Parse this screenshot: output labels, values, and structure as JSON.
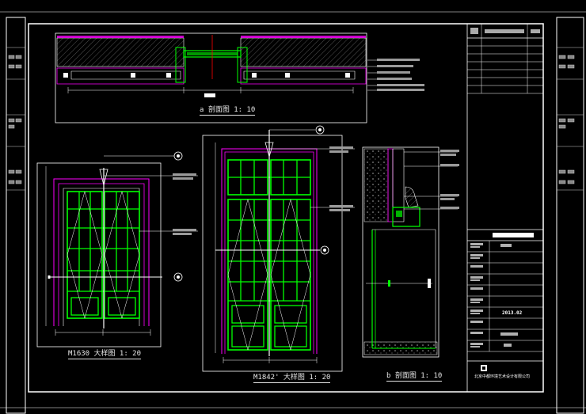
{
  "views": {
    "section_a": {
      "title": "a 剖面图 1: 10"
    },
    "elevation_m1630": {
      "title": "M1630 大样图 1: 20"
    },
    "elevation_m1842": {
      "title": "M1842' 大样图 1: 20"
    },
    "section_b": {
      "title": "b 剖面图 1: 10"
    }
  },
  "title_block": {
    "date": "2013.02",
    "company": "北京中都环境艺术设计有限公司"
  },
  "colors": {
    "background": "#000000",
    "frame": "#ffffff",
    "door_frame": "#00ff00",
    "trim": "#ff00ff",
    "hatch": "#9a9a9a",
    "leader": "#ffffff"
  }
}
